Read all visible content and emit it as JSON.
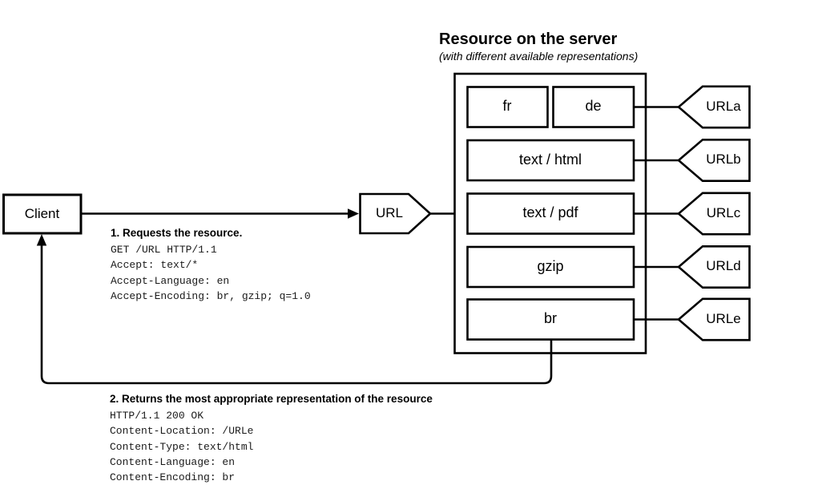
{
  "title": {
    "heading": "Resource on the server",
    "subtitle": "(with different available representations)"
  },
  "client": {
    "label": "Client"
  },
  "url_node": {
    "label": "URL"
  },
  "representations": [
    {
      "label": "fr"
    },
    {
      "label": "de"
    },
    {
      "label": "text / html"
    },
    {
      "label": "text / pdf"
    },
    {
      "label": "gzip"
    },
    {
      "label": "br"
    }
  ],
  "url_tags": [
    {
      "label": "URLa"
    },
    {
      "label": "URLb"
    },
    {
      "label": "URLc"
    },
    {
      "label": "URLd"
    },
    {
      "label": "URLe"
    }
  ],
  "request": {
    "heading": "1. Requests the resource.",
    "lines": [
      "GET /URL HTTP/1.1",
      "Accept: text/*",
      "Accept-Language: en",
      "Accept-Encoding: br, gzip; q=1.0"
    ]
  },
  "response": {
    "heading": "2. Returns the most appropriate representation of the resource",
    "lines": [
      "HTTP/1.1 200 OK",
      "Content-Location: /URLe",
      "Content-Type: text/html",
      "Content-Language: en",
      "Content-Encoding: br"
    ]
  },
  "colors": {
    "stroke": "#000000",
    "background": "#ffffff"
  }
}
